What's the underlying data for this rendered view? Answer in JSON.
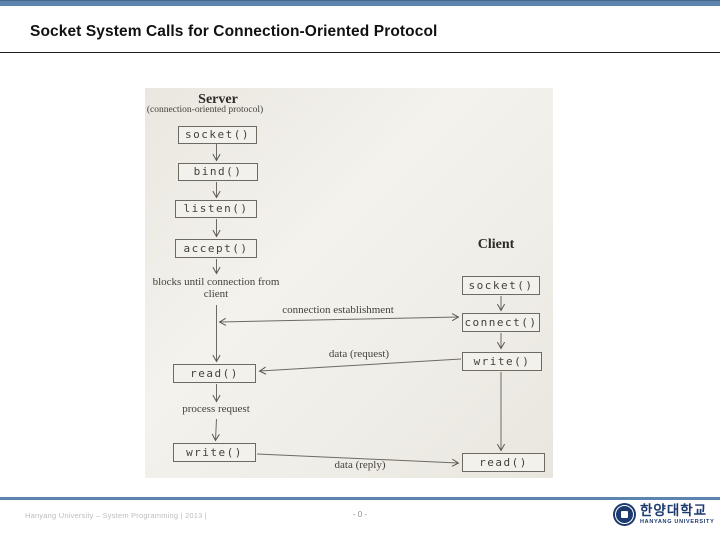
{
  "page": {
    "title": "Socket System Calls for Connection-Oriented Protocol"
  },
  "diagram": {
    "server": {
      "title": "Server",
      "subtitle": "(connection-oriented protocol)",
      "boxes": [
        {
          "label": "socket()"
        },
        {
          "label": "bind()"
        },
        {
          "label": "listen()"
        },
        {
          "label": "accept()"
        },
        {
          "label": "read()"
        },
        {
          "label": "write()"
        }
      ]
    },
    "client": {
      "title": "Client",
      "boxes": [
        {
          "label": "socket()"
        },
        {
          "label": "connect()"
        },
        {
          "label": "write()"
        },
        {
          "label": "read()"
        }
      ]
    },
    "annotations": {
      "blocks_until": "blocks until connection from client",
      "connection_establishment": "connection establishment",
      "data_request": "data (request)",
      "process_request": "process request",
      "data_reply": "data (reply)"
    }
  },
  "footer": {
    "left": "Hanyang University – System Programming | 2013 |",
    "page_number": "- 0 -",
    "logo_korean": "한양대학교",
    "logo_english": "HANYANG UNIVERSITY"
  },
  "colors": {
    "accent_blue": "#5b84ae",
    "logo_navy": "#1d3a70",
    "scan_background": "#efede8"
  }
}
